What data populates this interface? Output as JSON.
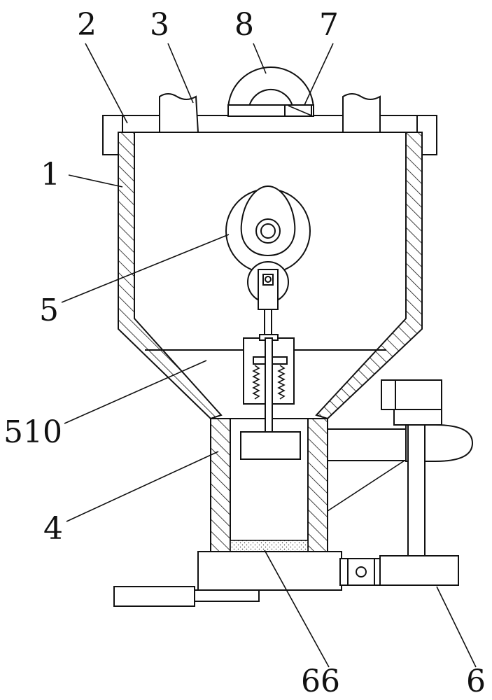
{
  "labels": {
    "l1": "1",
    "l2": "2",
    "l3": "3",
    "l4": "4",
    "l5": "5",
    "l6": "6",
    "l7": "7",
    "l8": "8",
    "l510": "510",
    "l66": "66"
  }
}
